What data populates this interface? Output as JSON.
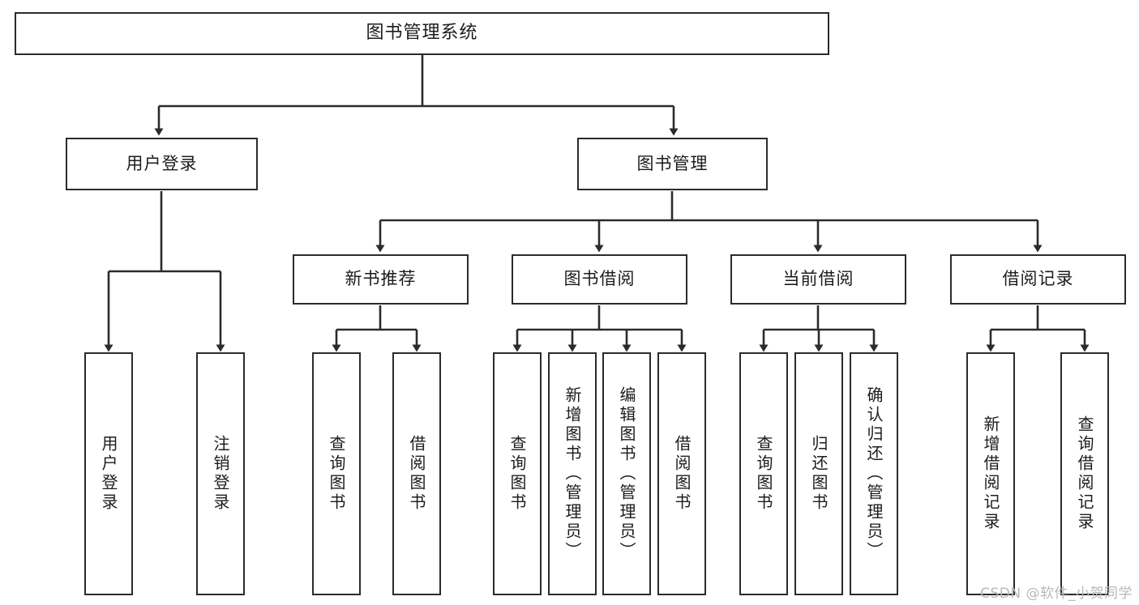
{
  "diagram": {
    "title": "图书管理系统",
    "watermark": "CSDN @软件_小贺同学",
    "colors": {
      "box_border": "#2b2b2b",
      "box_fill": "#ffffff",
      "line": "#2b2b2b",
      "text": "#1c1c1c",
      "watermark": "#b8b8b8",
      "background": "#ffffff"
    },
    "root": {
      "label": "图书管理系统"
    },
    "level2": [
      {
        "id": "user-login",
        "label": "用户登录"
      },
      {
        "id": "book-manage",
        "label": "图书管理"
      }
    ],
    "level3": [
      {
        "id": "new-book-rec",
        "label": "新书推荐",
        "parent": "book-manage"
      },
      {
        "id": "book-borrow",
        "label": "图书借阅",
        "parent": "book-manage"
      },
      {
        "id": "current-borrow",
        "label": "当前借阅",
        "parent": "book-manage"
      },
      {
        "id": "borrow-record",
        "label": "借阅记录",
        "parent": "book-manage"
      }
    ],
    "leaves": [
      {
        "id": "leaf-user-login",
        "label": "用户登录",
        "parent": "user-login"
      },
      {
        "id": "leaf-logout",
        "label": "注销登录",
        "parent": "user-login"
      },
      {
        "id": "leaf-query-book-1",
        "label": "查询图书",
        "parent": "new-book-rec"
      },
      {
        "id": "leaf-borrow-book-1",
        "label": "借阅图书",
        "parent": "new-book-rec"
      },
      {
        "id": "leaf-query-book-2",
        "label": "查询图书",
        "parent": "book-borrow"
      },
      {
        "id": "leaf-add-book",
        "label": "新增图书（管理员）",
        "parent": "book-borrow"
      },
      {
        "id": "leaf-edit-book",
        "label": "编辑图书（管理员）",
        "parent": "book-borrow"
      },
      {
        "id": "leaf-borrow-book-2",
        "label": "借阅图书",
        "parent": "book-borrow"
      },
      {
        "id": "leaf-query-book-3",
        "label": "查询图书",
        "parent": "current-borrow"
      },
      {
        "id": "leaf-return-book",
        "label": "归还图书",
        "parent": "current-borrow"
      },
      {
        "id": "leaf-confirm-return",
        "label": "确认归还（管理员）",
        "parent": "current-borrow"
      },
      {
        "id": "leaf-add-record",
        "label": "新增借阅记录",
        "parent": "borrow-record"
      },
      {
        "id": "leaf-query-record",
        "label": "查询借阅记录",
        "parent": "borrow-record"
      }
    ],
    "chart_data": {
      "type": "tree",
      "title": "图书管理系统",
      "orientation": "top-down",
      "edges": [
        [
          "图书管理系统",
          "用户登录"
        ],
        [
          "图书管理系统",
          "图书管理"
        ],
        [
          "用户登录",
          "用户登录"
        ],
        [
          "用户登录",
          "注销登录"
        ],
        [
          "图书管理",
          "新书推荐"
        ],
        [
          "图书管理",
          "图书借阅"
        ],
        [
          "图书管理",
          "当前借阅"
        ],
        [
          "图书管理",
          "借阅记录"
        ],
        [
          "新书推荐",
          "查询图书"
        ],
        [
          "新书推荐",
          "借阅图书"
        ],
        [
          "图书借阅",
          "查询图书"
        ],
        [
          "图书借阅",
          "新增图书（管理员）"
        ],
        [
          "图书借阅",
          "编辑图书（管理员）"
        ],
        [
          "图书借阅",
          "借阅图书"
        ],
        [
          "当前借阅",
          "查询图书"
        ],
        [
          "当前借阅",
          "归还图书"
        ],
        [
          "当前借阅",
          "确认归还（管理员）"
        ],
        [
          "借阅记录",
          "新增借阅记录"
        ],
        [
          "借阅记录",
          "查询借阅记录"
        ]
      ],
      "depth": 4,
      "node_count": 20
    }
  }
}
